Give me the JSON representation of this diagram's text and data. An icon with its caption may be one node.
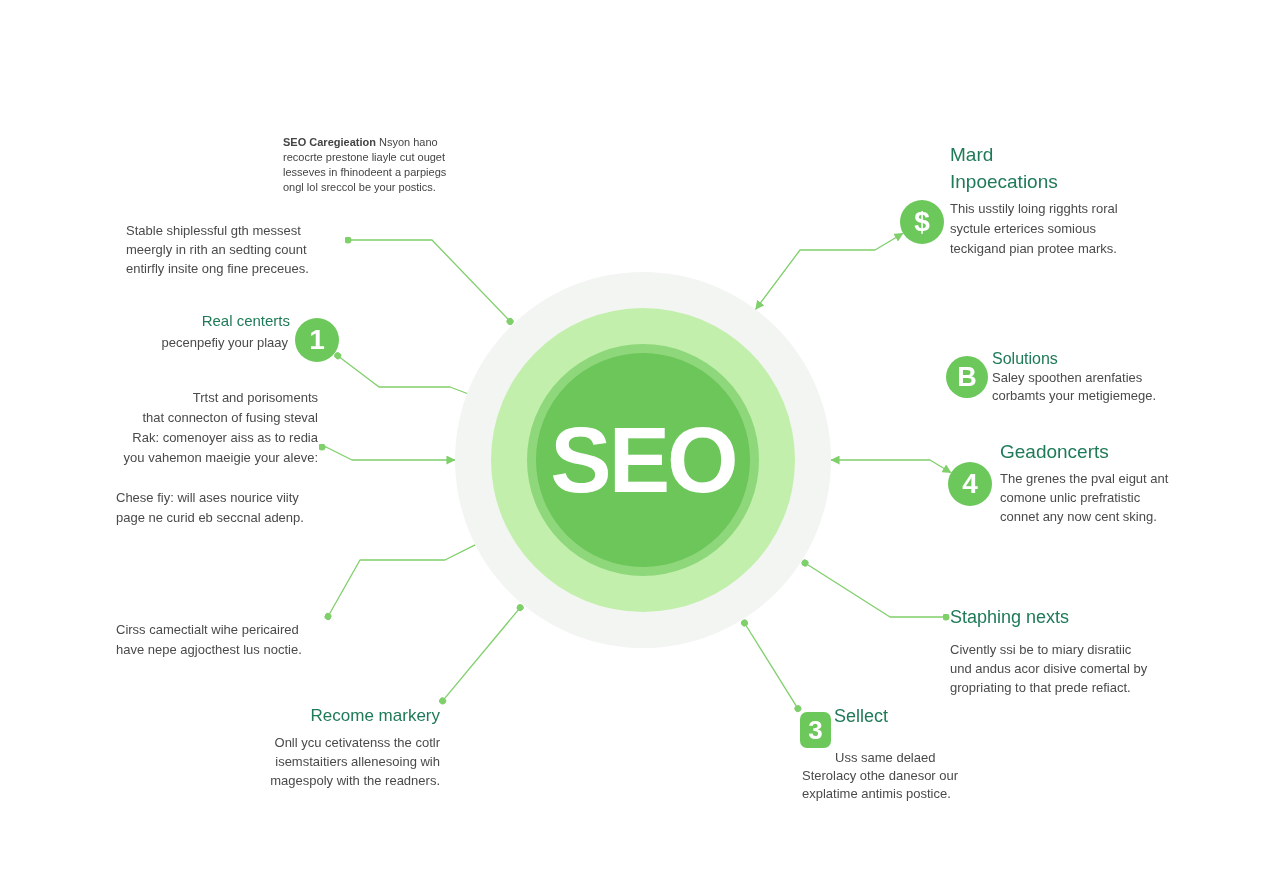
{
  "diagram": {
    "nodes": [
      {
        "text": [
          "SEO"
        ]
      },
      {
        "text": [
          "Stable shiplessful gth messest meergly in rith an sedting count entirfly insite ong fine preceues."
        ]
      },
      {
        "text": [
          "1"
        ],
        "beside": [
          "Real centerts",
          "pecenpefiy your plaay"
        ]
      },
      {
        "text": [
          "Trtst and porisoments",
          "that connecton of fusing steval Rak: comenoyer aiss as to redia you vahemon maeigie your aleve:"
        ]
      },
      {
        "text": [
          "Cirss camectialt wihe pericaired have nepe agjocthest lus noctie."
        ]
      },
      {
        "text": [
          "Recome markery",
          "Onll ycu cetivatenss the cotlr isemstaitiers allenesoing wih magespoly with the readners."
        ]
      },
      {
        "text": [
          "$"
        ],
        "beside": [
          "Mard Inpoecations",
          "This usstily loing rigghts roral syctule erterices somious teckigand pian protee marks."
        ]
      },
      {
        "text": [
          "B"
        ],
        "beside": [
          "Solutions",
          "Saley spoothen arenfaties corbamts your metigiemege."
        ]
      },
      {
        "text": [
          "4"
        ],
        "beside": [
          "Geadoncerts",
          "The grenes the pval eigut ant comone unlic prefratistic connet any now cent sking."
        ]
      },
      {
        "text": [
          "Staphing nexts",
          "Civently ssi be to miary disratiic und andus acor disive comertal by gropriating to that prede refiact."
        ]
      },
      {
        "text": [
          "3"
        ],
        "beside": [
          "Sellect",
          "Uss same delaed Sterolacy othe danesor our explatime antimis postice."
        ]
      }
    ],
    "edges": [
      {
        "from": 1,
        "to": 0,
        "arrow": "other"
      },
      {
        "from": 2,
        "to": 0,
        "arrow": "other"
      },
      {
        "from": 3,
        "to": 0,
        "arrow": "to"
      },
      {
        "from": 4,
        "to": 0,
        "arrow": "other"
      },
      {
        "from": 5,
        "to": 0,
        "arrow": "other"
      },
      {
        "from": 6,
        "to": 0,
        "arrow": "both"
      },
      {
        "from": 8,
        "to": 0,
        "arrow": "both"
      },
      {
        "from": 9,
        "to": 0,
        "arrow": "other"
      },
      {
        "from": 10,
        "to": 0,
        "arrow": "other"
      }
    ],
    "labels": [
      "**SEO Caregieation** Nsyon hano recocrte prestone liayle cut ouget lesseves in fhinodeent a parpiegs ongl lol sreccol be your postics.",
      "Chese fiy: will ases nourice viity page ne curid eb seccnal adenp."
    ]
  }
}
